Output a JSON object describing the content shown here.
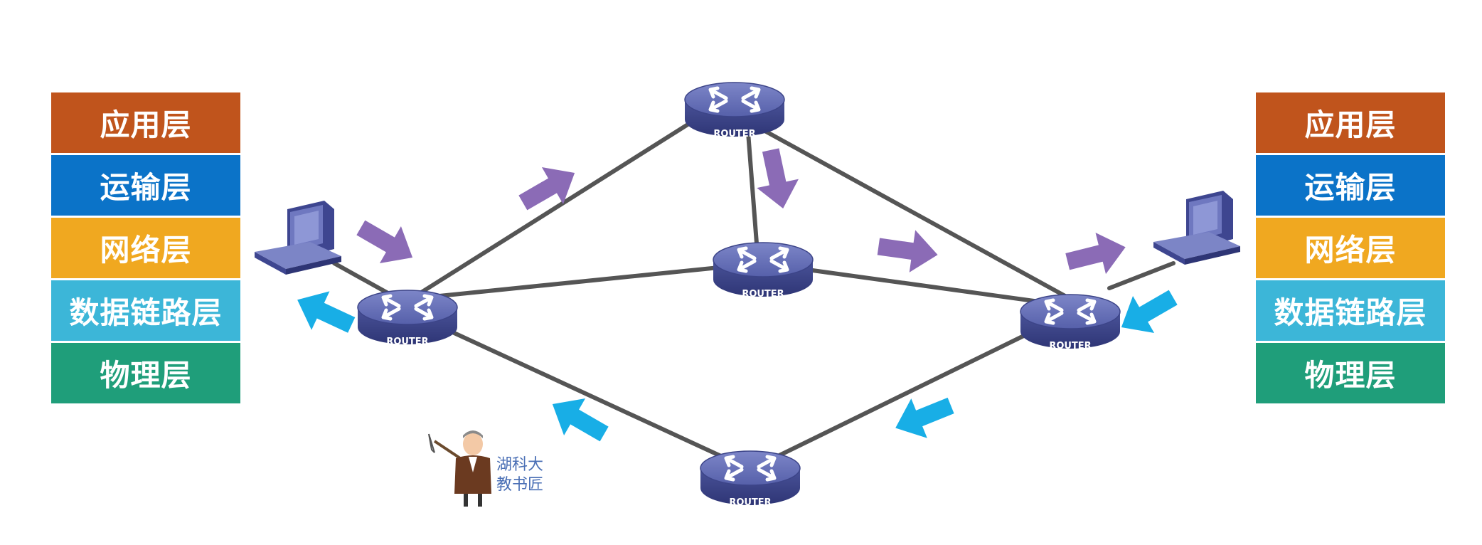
{
  "layers_left": [
    {
      "label": "应用层",
      "color": "#c0541c"
    },
    {
      "label": "运输层",
      "color": "#0b73c8"
    },
    {
      "label": "网络层",
      "color": "#f0a820"
    },
    {
      "label": "数据链路层",
      "color": "#3cb6d8"
    },
    {
      "label": "物理层",
      "color": "#1f9e7a"
    }
  ],
  "layers_right": [
    {
      "label": "应用层",
      "color": "#c0541c"
    },
    {
      "label": "运输层",
      "color": "#0b73c8"
    },
    {
      "label": "网络层",
      "color": "#f0a820"
    },
    {
      "label": "数据链路层",
      "color": "#3cb6d8"
    },
    {
      "label": "物理层",
      "color": "#1f9e7a"
    }
  ],
  "router_label": "ROUTER",
  "brand": {
    "line1": "湖科大",
    "line2": "教书匠"
  },
  "colors": {
    "router": "#5a63ad",
    "link": "#555555",
    "arrow_purple": "#8b6bb6",
    "arrow_cyan": "#18aee6"
  }
}
